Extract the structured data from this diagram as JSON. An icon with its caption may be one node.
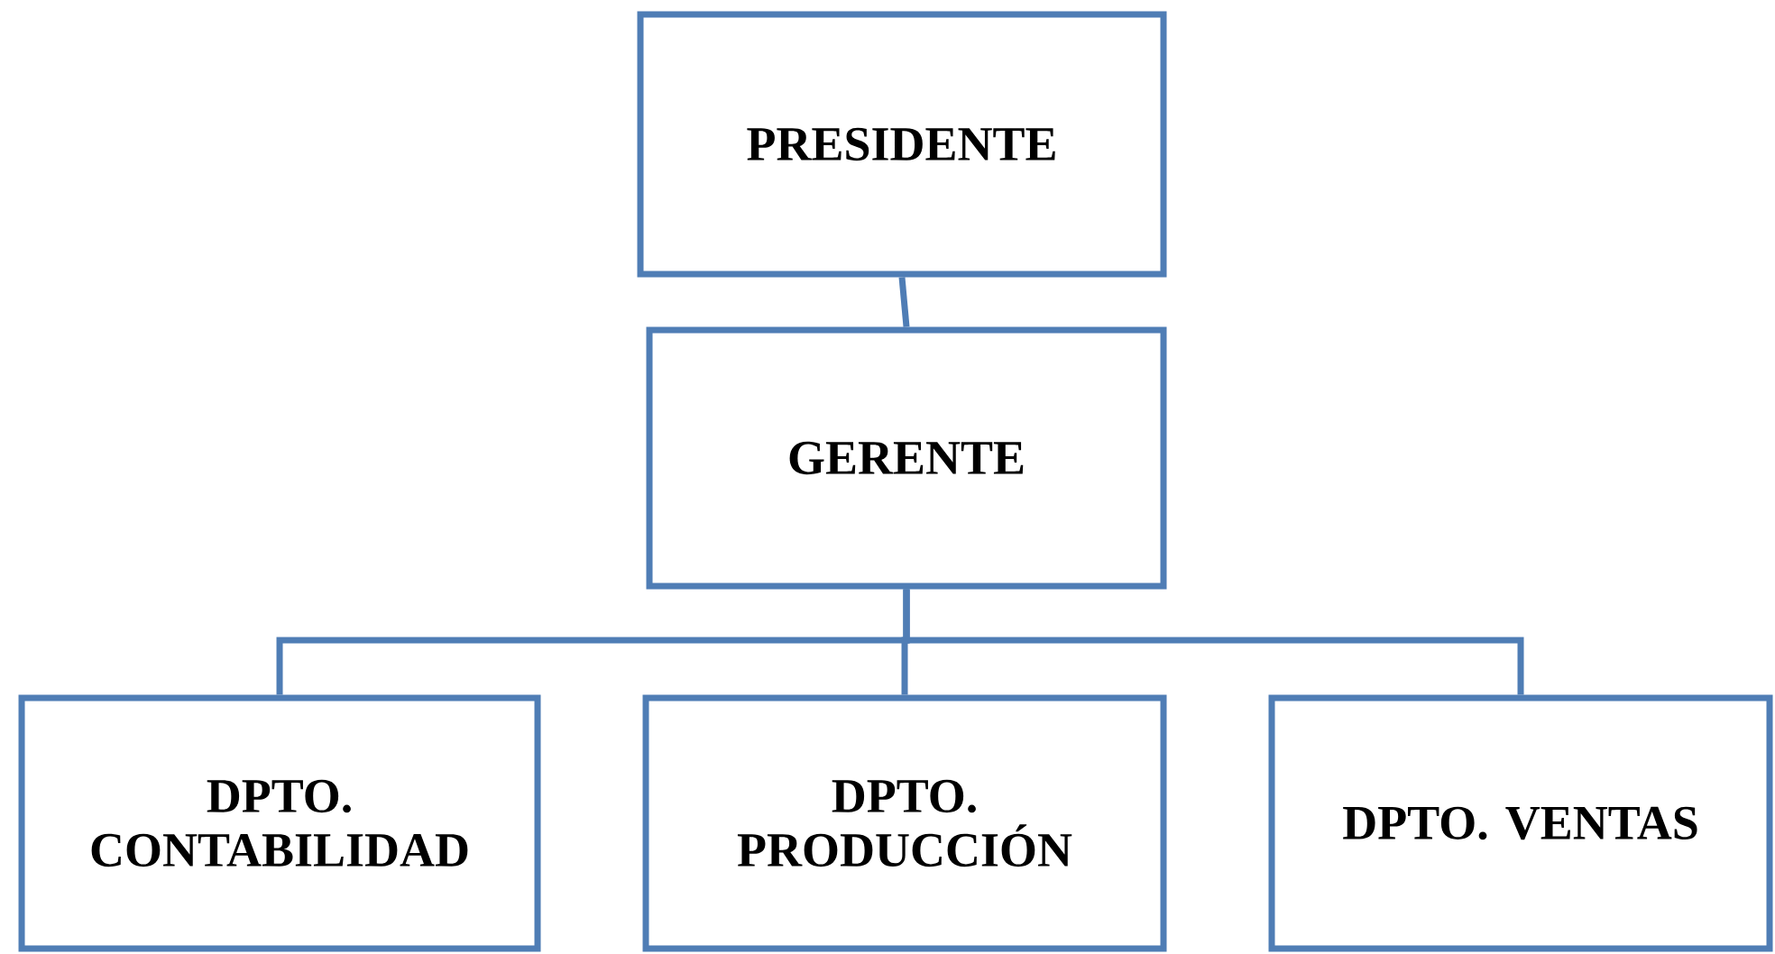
{
  "diagram": {
    "nodes": [
      {
        "text": [
          "PRESIDENTE"
        ]
      },
      {
        "text": [
          "GERENTE"
        ]
      },
      {
        "text": [
          "DPTO. CONTABILIDAD"
        ]
      },
      {
        "text": [
          "DPTO. PRODUCCIÓN"
        ]
      },
      {
        "text": [
          "DPTO. VENTAS"
        ]
      }
    ],
    "edges": [
      {
        "from": 0,
        "to": 1,
        "arrow": "none"
      },
      {
        "from": 1,
        "to": 2,
        "arrow": "none"
      },
      {
        "from": 1,
        "to": 3,
        "arrow": "none"
      },
      {
        "from": 1,
        "to": 4,
        "arrow": "none"
      }
    ]
  }
}
